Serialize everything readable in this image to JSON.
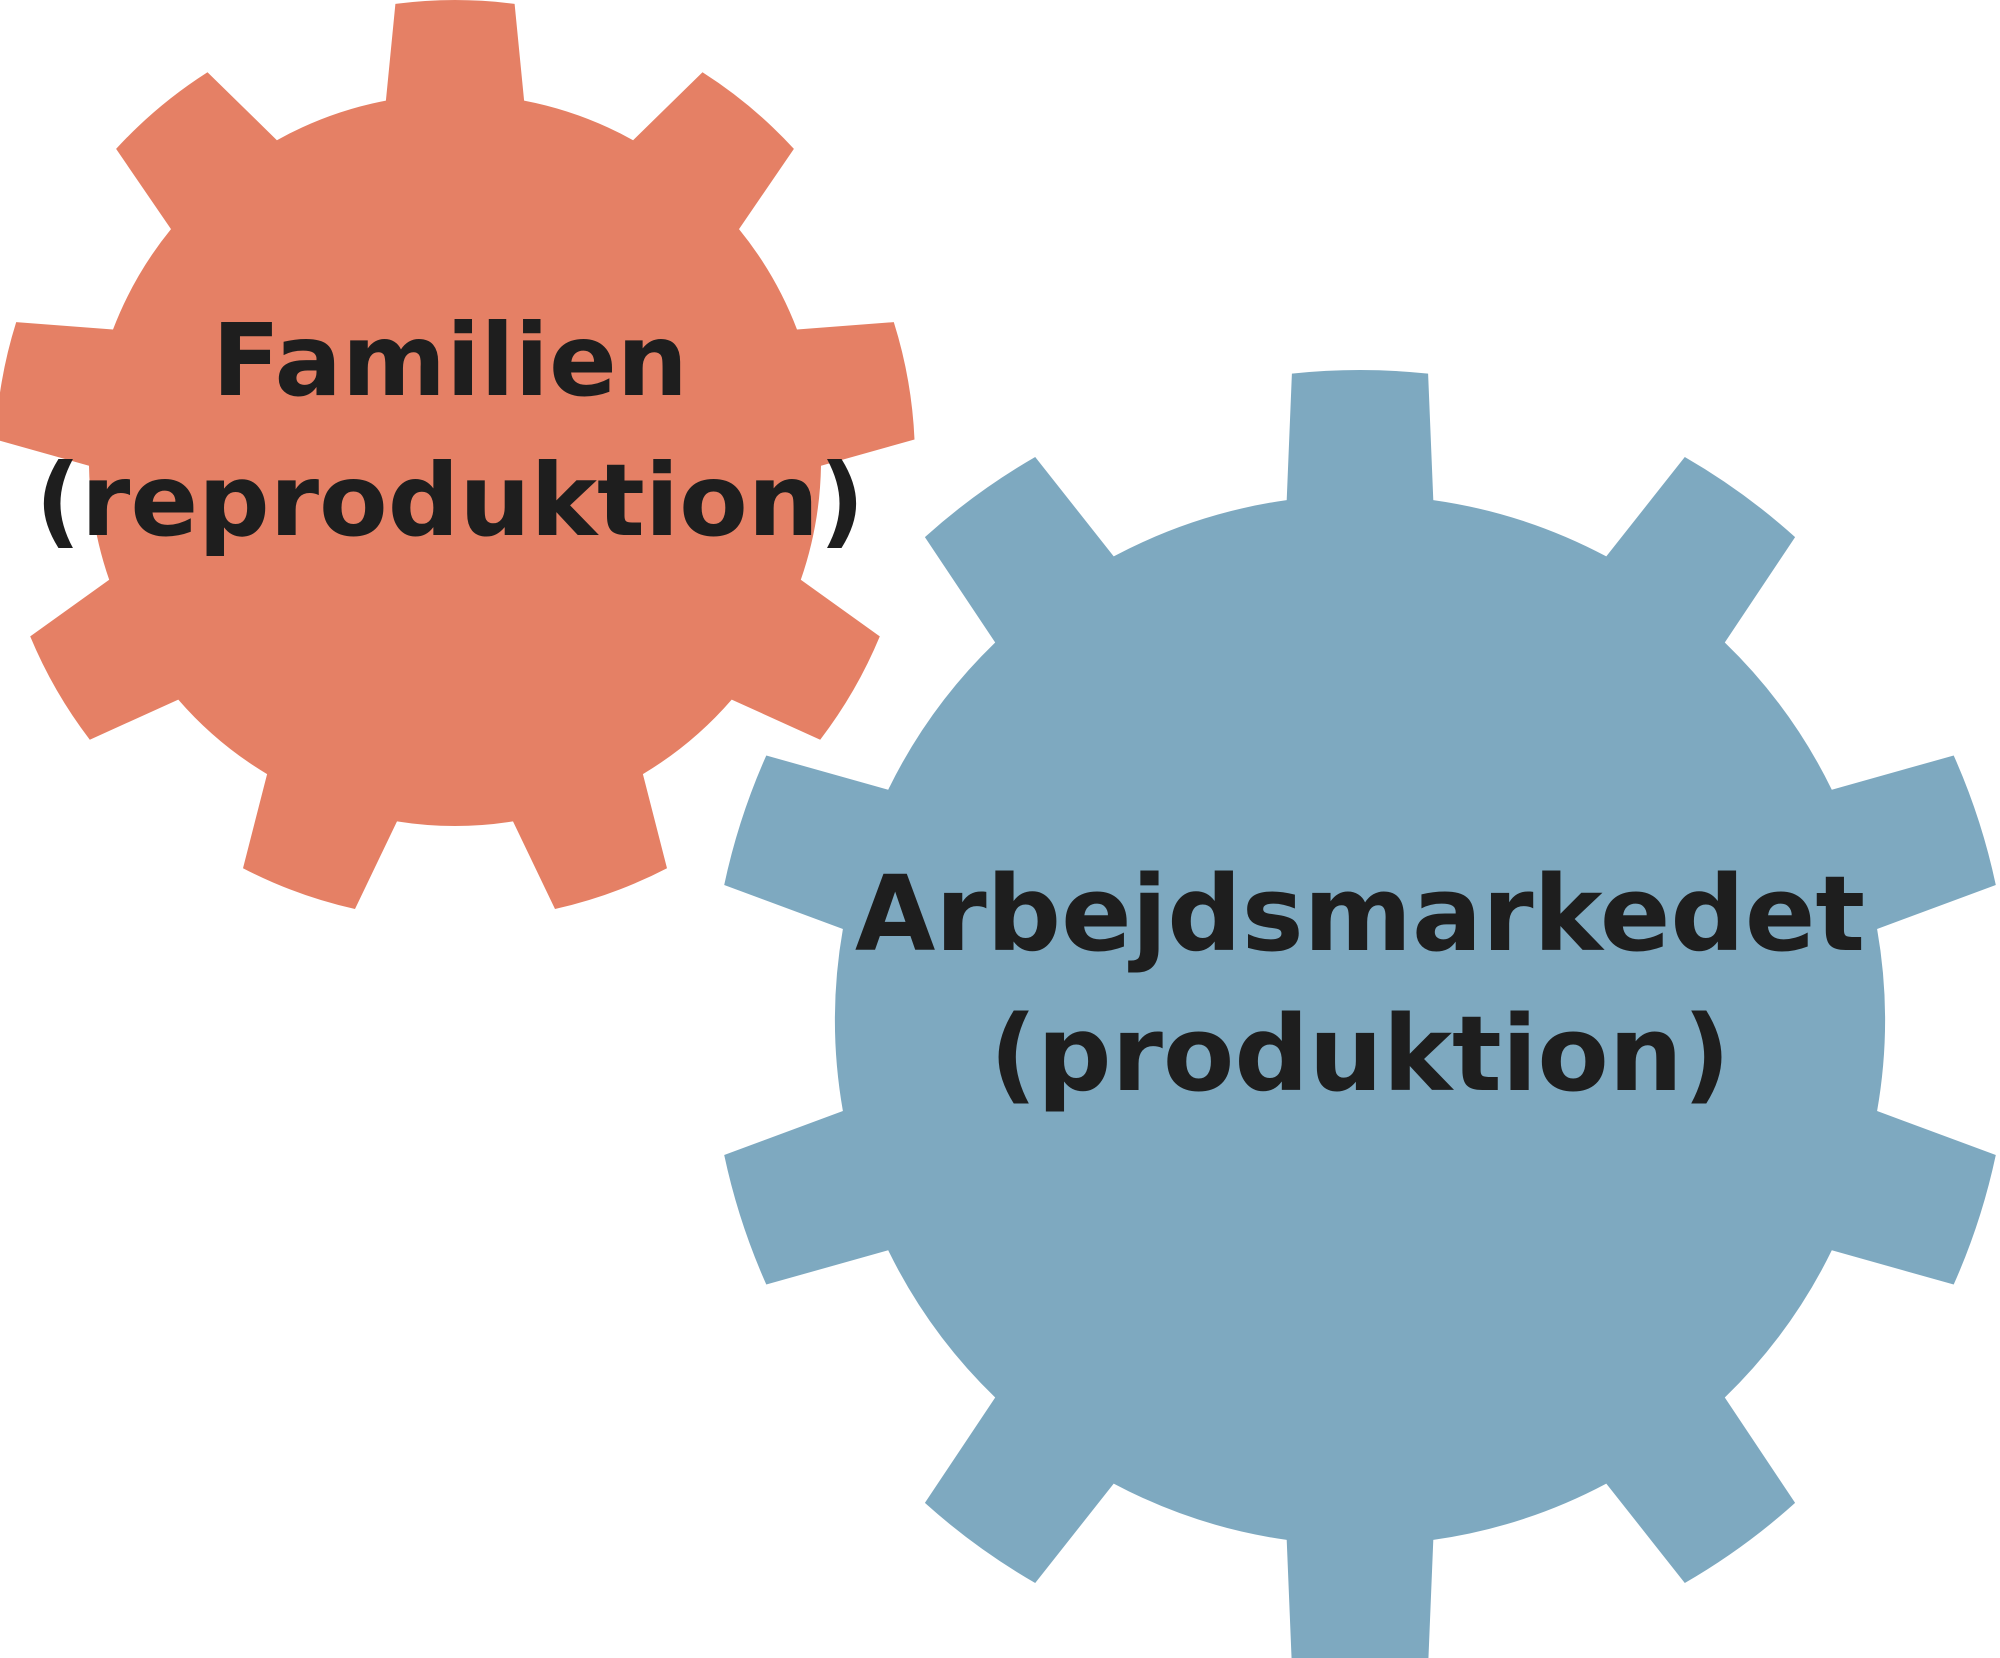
{
  "gears": [
    {
      "id": "familien",
      "color": "#e58065",
      "line1": "Familien",
      "line2": "(reproduktion)"
    },
    {
      "id": "arbejdsmarkedet",
      "color": "#7ea9c0",
      "line1": "Arbejdsmarkedet",
      "line2": "(produktion)"
    }
  ]
}
